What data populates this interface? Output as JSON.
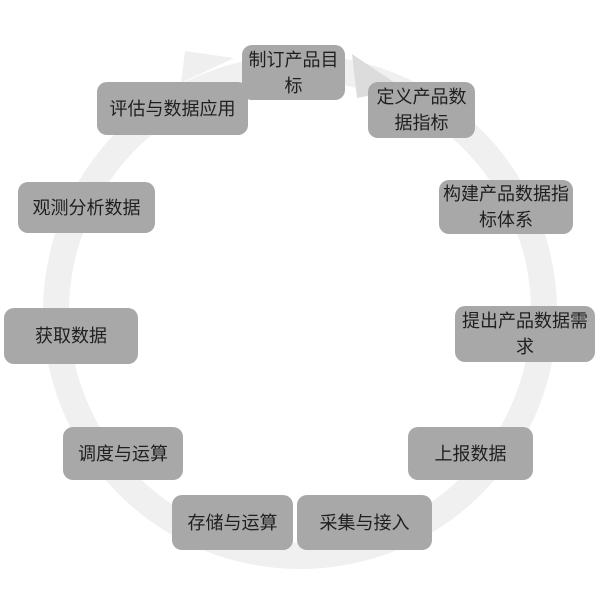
{
  "diagram": {
    "type": "cycle",
    "description": "Circular product data workflow diagram",
    "cycle_direction": "clockwise",
    "colors": {
      "background": "#ffffff",
      "box_fill": "#a8a8a8",
      "box_text": "#1f1f1f",
      "ring": "#f0f0f0",
      "arrowhead": "#dcdcdc",
      "faint_arrowhead": "#ececec"
    },
    "steps": [
      {
        "label": "制订产品目标"
      },
      {
        "label": "定义产品数据指标"
      },
      {
        "label": "构建产品数据指标体系"
      },
      {
        "label": "提出产品数据需求"
      },
      {
        "label": "上报数据"
      },
      {
        "label": "采集与接入"
      },
      {
        "label": "存储与运算"
      },
      {
        "label": "调度与运算"
      },
      {
        "label": "获取数据"
      },
      {
        "label": "观测分析数据"
      },
      {
        "label": "评估与数据应用"
      }
    ]
  }
}
